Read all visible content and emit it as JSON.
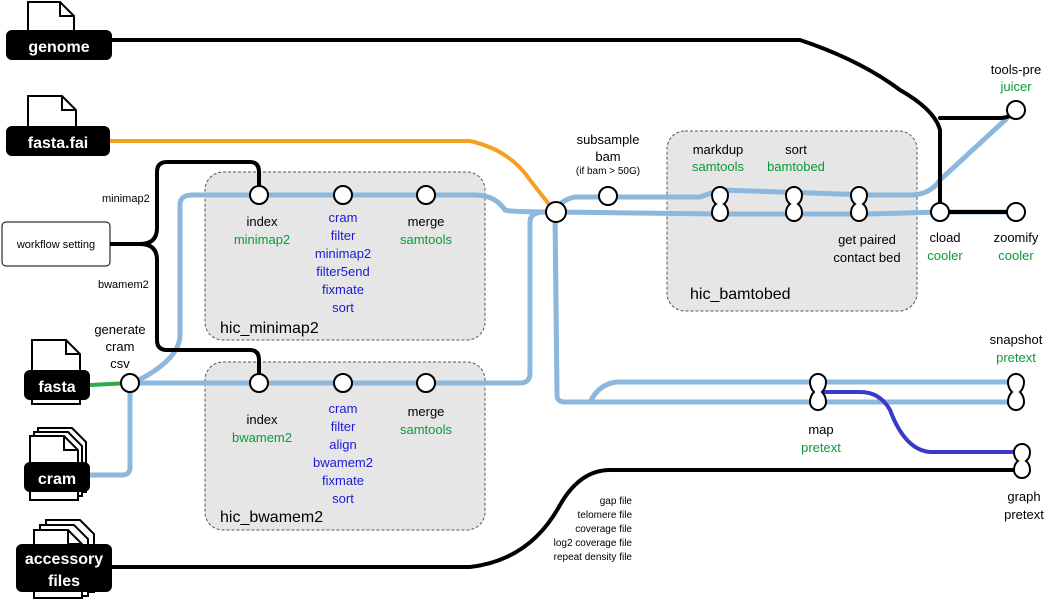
{
  "inputs": {
    "genome": "genome",
    "fasta_fai": "fasta.fai",
    "fasta": "fasta",
    "cram": "cram",
    "accessory_line1": "accessory",
    "accessory_line2": "files"
  },
  "workflow": {
    "setting": "workflow setting",
    "branch_minimap2": "minimap2",
    "branch_bwamem2": "bwamem2"
  },
  "generate_cram_csv": [
    "generate",
    "cram",
    "csv"
  ],
  "hic_minimap2": {
    "group": "hic_minimap2",
    "index_label": "index",
    "index_tool": "minimap2",
    "cram_steps": [
      "cram",
      "filter",
      "minimap2",
      "filter5end",
      "fixmate",
      "sort"
    ],
    "merge_label": "merge",
    "merge_tool": "samtools"
  },
  "hic_bwamem2": {
    "group": "hic_bwamem2",
    "index_label": "index",
    "index_tool": "bwamem2",
    "cram_steps": [
      "cram",
      "filter",
      "align",
      "bwamem2",
      "fixmate",
      "sort"
    ],
    "merge_label": "merge",
    "merge_tool": "samtools"
  },
  "subsample": {
    "line1": "subsample",
    "line2": "bam",
    "note": "(if bam > 50G)"
  },
  "hic_bamtobed": {
    "group": "hic_bamtobed",
    "markdup_label": "markdup",
    "markdup_tool": "samtools",
    "sort_label": "sort",
    "sort_tool": "bamtobed",
    "paired_line1": "get paired",
    "paired_line2": "contact bed"
  },
  "outputs": {
    "tools_pre_label": "tools-pre",
    "tools_pre_tool": "juicer",
    "cload_label": "cload",
    "cload_tool": "cooler",
    "zoomify_label": "zoomify",
    "zoomify_tool": "cooler",
    "snapshot_label": "snapshot",
    "snapshot_tool": "pretext",
    "map_label": "map",
    "map_tool": "pretext",
    "graph_label": "graph",
    "graph_tool": "pretext"
  },
  "accessory_list": [
    "gap file",
    "telomere file",
    "coverage file",
    "log2 coverage file",
    "repeat density file"
  ],
  "colors": {
    "main_line": "#8cb8de",
    "black_line": "#000000",
    "orange_line": "#f5a020",
    "green_line": "#2aaa4a",
    "blue_line": "#3a3ac8",
    "group_fill": "#e6e6e6",
    "tool_green": "#0a9a3a",
    "step_blue": "#1a1ad6"
  }
}
